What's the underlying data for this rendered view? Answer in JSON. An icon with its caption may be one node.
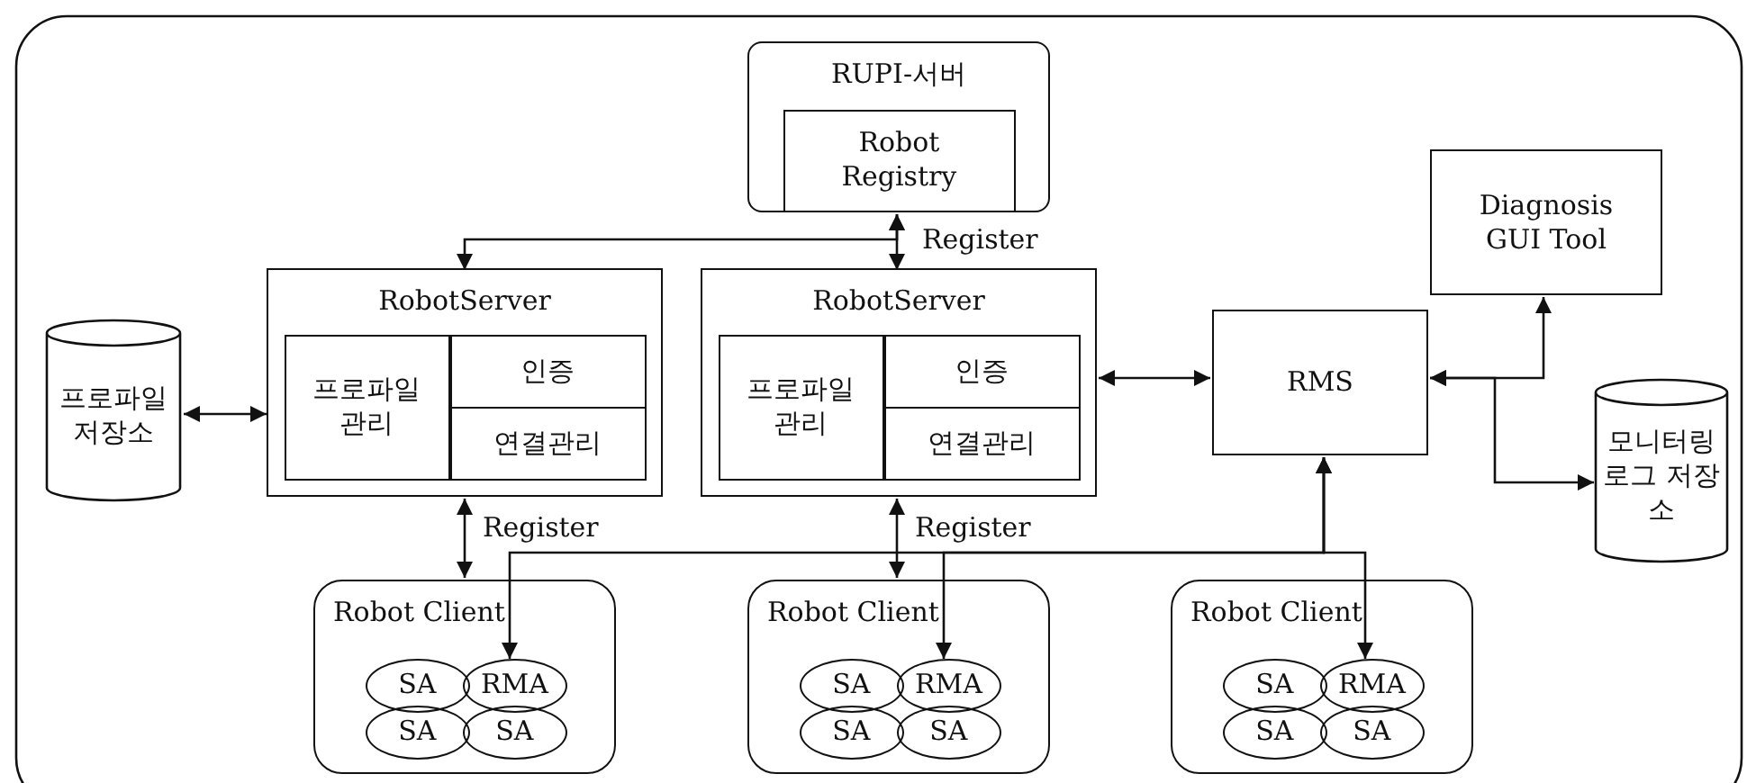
{
  "diagram": {
    "nodes": [
      {
        "text": [
          "RUPI-서버"
        ]
      },
      {
        "text": [
          "Robot Registry"
        ],
        "in": 0
      },
      {
        "text": [
          "RobotServer"
        ]
      },
      {
        "text": [
          "프로파일 관리"
        ],
        "in": 2
      },
      {
        "text": [
          "인증"
        ],
        "in": 2
      },
      {
        "text": [
          "연결관리"
        ],
        "in": 2
      },
      {
        "text": [
          "RobotServer"
        ]
      },
      {
        "text": [
          "프로파일 관리"
        ],
        "in": 6
      },
      {
        "text": [
          "인증"
        ],
        "in": 6
      },
      {
        "text": [
          "연결관리"
        ],
        "in": 6
      },
      {
        "text": [
          "프로파일 저장소"
        ]
      },
      {
        "text": [
          "RMS"
        ]
      },
      {
        "text": [
          "Diagnosis GUI Tool"
        ]
      },
      {
        "text": [
          "모니터링 로그 저장소"
        ]
      },
      {
        "text": [
          "Robot Client"
        ]
      },
      {
        "text": [
          "SA"
        ],
        "in": 14
      },
      {
        "text": [
          "RMA"
        ],
        "in": 14
      },
      {
        "text": [
          "SA"
        ],
        "in": 14
      },
      {
        "text": [
          "SA"
        ],
        "in": 14
      },
      {
        "text": [
          "Robot Client"
        ]
      },
      {
        "text": [
          "SA"
        ],
        "in": 19
      },
      {
        "text": [
          "RMA"
        ],
        "in": 19
      },
      {
        "text": [
          "SA"
        ],
        "in": 19
      },
      {
        "text": [
          "SA"
        ],
        "in": 19
      },
      {
        "text": [
          "Robot Client"
        ]
      },
      {
        "text": [
          "SA"
        ],
        "in": 24
      },
      {
        "text": [
          "RMA"
        ],
        "in": 24
      },
      {
        "text": [
          "SA"
        ],
        "in": 24
      },
      {
        "text": [
          "SA"
        ],
        "in": 24
      }
    ],
    "edges": [
      {
        "from": 2,
        "to": 1,
        "arrow": "both"
      },
      {
        "from": 6,
        "to": 1,
        "arrow": "both",
        "label": "Register"
      },
      {
        "from": 10,
        "to": 2,
        "arrow": "both"
      },
      {
        "from": 6,
        "to": 11,
        "arrow": "both"
      },
      {
        "from": 11,
        "to": 12,
        "arrow": "both"
      },
      {
        "from": 11,
        "to": 13,
        "arrow": "both"
      },
      {
        "from": 2,
        "to": 14,
        "arrow": "both",
        "label": "Register"
      },
      {
        "from": 6,
        "to": 19,
        "arrow": "both",
        "label": "Register"
      },
      {
        "from": 11,
        "to": 16,
        "arrow": "both"
      },
      {
        "from": 11,
        "to": 21,
        "arrow": "both"
      },
      {
        "from": 11,
        "to": 26,
        "arrow": "both"
      }
    ]
  }
}
